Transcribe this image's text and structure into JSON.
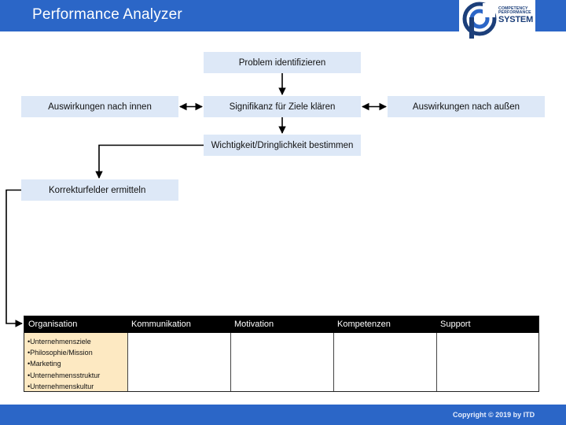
{
  "header": {
    "title": "Performance Analyzer",
    "logo": {
      "line1": "COMPETENCY",
      "line2": "PERFORMANCE",
      "line3": "SYSTEM"
    }
  },
  "diagram": {
    "problem": "Problem identifizieren",
    "inner": "Auswirkungen nach innen",
    "significance": "Signifikanz für Ziele klären",
    "outer": "Auswirkungen nach außen",
    "urgency": "Wichtigkeit/Dringlichkeit bestimmen",
    "correction": "Korrekturfelder ermitteln"
  },
  "table": {
    "columns": [
      "Organisation",
      "Kommunikation",
      "Motivation",
      "Kompetenzen",
      "Support"
    ],
    "organisation_items": [
      "Unternehmensziele",
      "Philosophie/Mission",
      "Marketing",
      "Unternehmensstruktur",
      "Unternehmenskultur"
    ]
  },
  "footer": {
    "copyright": "Copyright © 2019 by ITD"
  },
  "colors": {
    "brand_blue": "#2b66c7",
    "box_fill": "#dde8f7",
    "highlight_fill": "#fde9c2",
    "table_header": "#000000"
  }
}
